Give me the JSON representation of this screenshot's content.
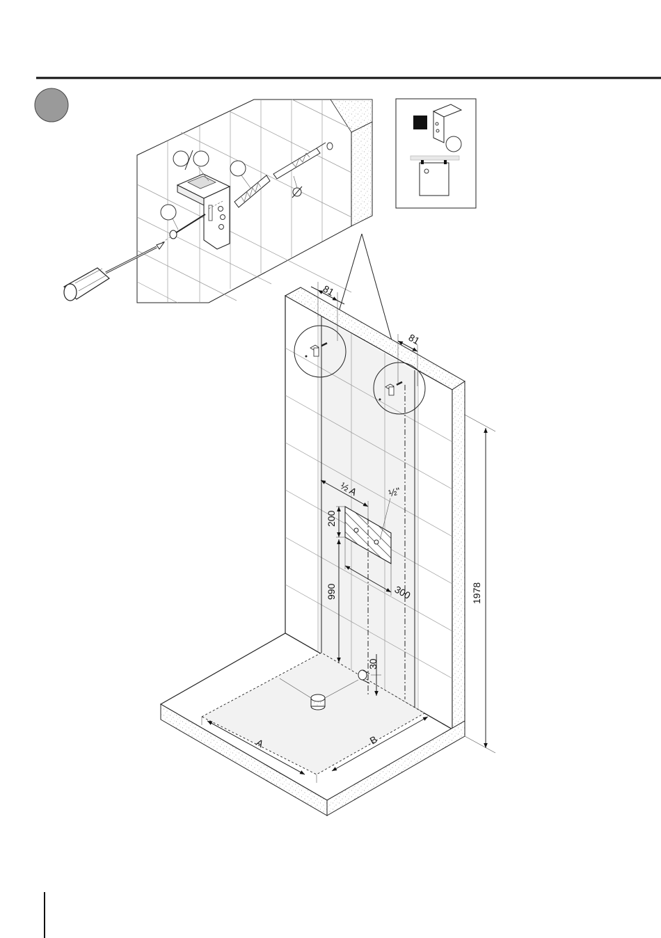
{
  "step_badge_color": "#9a9a9a",
  "dimensions": {
    "top_left_offset": "81",
    "top_right_offset": "81",
    "half_a": "½ A",
    "valve_thread": "½\"",
    "valve_zone_height": "200",
    "valve_zone_width": "300",
    "valve_height_from_floor": "990",
    "outlet_height": "30",
    "total_height": "1978",
    "floor_a": "A",
    "floor_b": "B"
  },
  "icons": [
    "screwdriver-icon",
    "drill-bit-icon",
    "wall-plug-icon",
    "screw-icon",
    "bracket-icon",
    "no-drill-symbol-icon",
    "magnifier-circle-icon"
  ]
}
